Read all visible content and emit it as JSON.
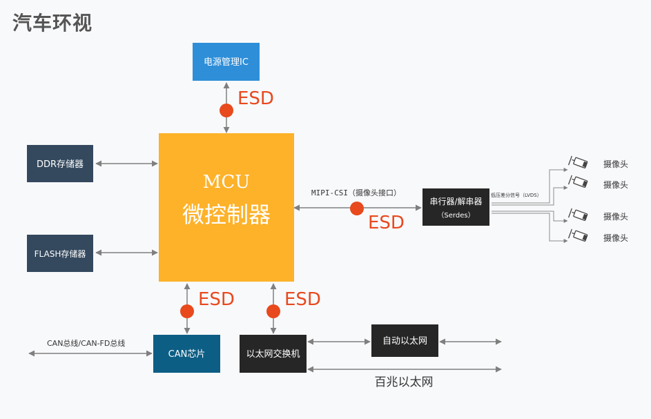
{
  "title": "汽车环视",
  "nodes": {
    "power_ic": "电源管理IC",
    "ddr": "DDR存储器",
    "flash": "FLASH存储器",
    "mcu_line1": "MCU",
    "mcu_line2": "微控制器",
    "serdes_line1": "串行器/解串器",
    "serdes_line2": "（Serdes）",
    "can_chip": "CAN芯片",
    "eth_switch": "以太网交换机",
    "auto_eth": "自动以太网"
  },
  "labels": {
    "esd": "ESD",
    "mipi": "MIPI-CSI（摄像头接口）",
    "lvds": "低压差分信号（LVDS）",
    "camera": "摄像头",
    "can_bus": "CAN总线/CAN-FD总线",
    "fast_eth": "百兆以太网"
  },
  "colors": {
    "mcu": "#fdb22a",
    "power_ic": "#2e8ed8",
    "dark_box": "#34495e",
    "black_box": "#262626",
    "can_box": "#0d5e85",
    "esd_dot": "#e8491d",
    "esd_text": "#e8491d",
    "arrow": "#7f7f7f"
  },
  "icons": [
    "camera-icon",
    "camera-icon",
    "camera-icon",
    "camera-icon"
  ]
}
